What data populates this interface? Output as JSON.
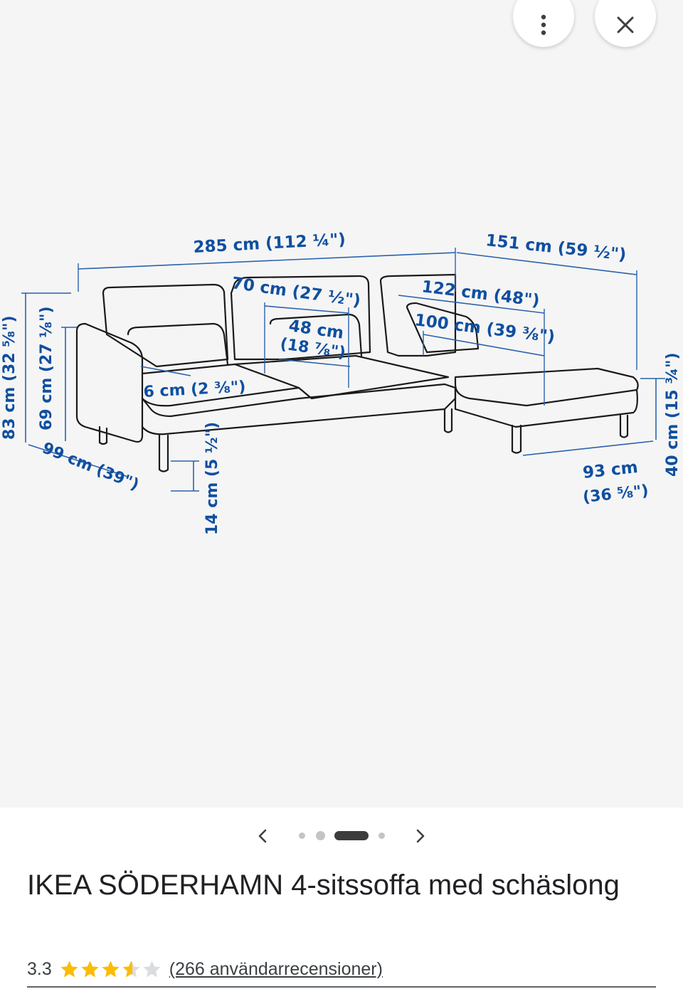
{
  "colors": {
    "dimension_blue": "#0f4fa0",
    "viewer_bg": "#f5f5f5",
    "star_filled": "#fbbc04",
    "star_empty": "#dadce0"
  },
  "toolbar": {
    "more_icon": "more-vert-icon",
    "close_icon": "close-icon"
  },
  "dimensions": {
    "total_width": "285 cm (112 ¼\")",
    "chaise_width": "151 cm (59 ½\")",
    "seat_width_1": "70 cm (27 ½\")",
    "seat_depth_line1": "48 cm",
    "seat_depth_line2": "(18 ⅞\")",
    "chaise_length": "122 cm (48\")",
    "chaise_inner": "100 cm (39 ⅜\")",
    "armrest": "6 cm (2 ⅜\")",
    "total_height": "83 cm (32 ⅝\")",
    "back_height": "69 cm (27 ⅛\")",
    "depth": "99 cm (39\")",
    "leg_height": "14 cm (5 ½\")",
    "chaise_depth_line1": "93 cm",
    "chaise_depth_line2": "(36 ⅝\")",
    "seat_height": "40 cm (15 ¾\")"
  },
  "carousel": {
    "prev_icon": "chevron-left-icon",
    "next_icon": "chevron-right-icon",
    "total": 4,
    "active_index": 2
  },
  "product": {
    "title": "IKEA SÖDERHAMN 4-sitssoffa med schäslong",
    "rating_value": "3.3",
    "rating": 3.3,
    "rating_max": 5,
    "reviews_label": "(266 användarrecensioner)"
  }
}
